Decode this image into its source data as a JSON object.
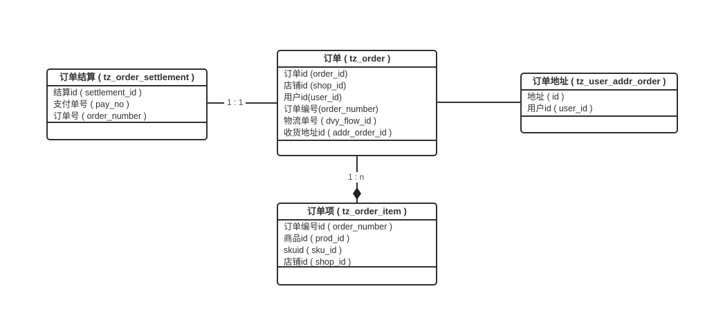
{
  "entities": {
    "settlement": {
      "title": "订单结算 ( tz_order_settlement )",
      "fields": [
        "结算id ( settlement_id )",
        "支付单号 ( pay_no )",
        "订单号 ( order_number )"
      ]
    },
    "order": {
      "title": "订单 ( tz_order )",
      "fields": [
        "订单id (order_id)",
        "店铺id (shop_id)",
        "用户id(user_id)",
        "订单编号(order_number)",
        "物流单号 ( dvy_flow_id )",
        "收货地址id ( addr_order_id )"
      ]
    },
    "address": {
      "title": "订单地址 ( tz_user_addr_order )",
      "fields": [
        "地址 ( id )",
        "用户id ( user_id )"
      ]
    },
    "item": {
      "title": "订单项 ( tz_order_item )",
      "fields": [
        "订单编号id ( order_number )",
        "商品id ( prod_id )",
        "skuid ( sku_id )",
        "店铺id ( shop_id )"
      ]
    }
  },
  "connectors": {
    "settlement_order": {
      "label": "1 : 1",
      "type": "line"
    },
    "order_address": {
      "label": "",
      "type": "line"
    },
    "order_item": {
      "label": "1 : n",
      "type": "line-diamond"
    }
  },
  "colors": {
    "line": "#303030",
    "text": "#303030",
    "label": "#4a4a4a",
    "background": "#ffffff"
  }
}
